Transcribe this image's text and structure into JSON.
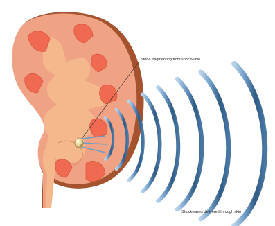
{
  "labels": {
    "stone": "Stone fragmenting from shockwave",
    "skin": "Shockwaves delivered through skin"
  },
  "colors": {
    "cortex": "#f0a285",
    "cortex_shadow": "#a5532f",
    "medulla": "#f4b88c",
    "pyramid": "#ef6a50",
    "pyramid_edge": "#d9553c",
    "ureter": "#f4b88c",
    "wave_dark": "#2f5b85",
    "wave_mid": "#6f9cc6",
    "wave_light": "#b9d3ea",
    "stone": "#e8d8a0",
    "leader_line": "#222222"
  },
  "icons": {
    "kidney": "kidney-cross-section",
    "stone": "kidney-stone",
    "waves": "shockwave-arcs"
  }
}
